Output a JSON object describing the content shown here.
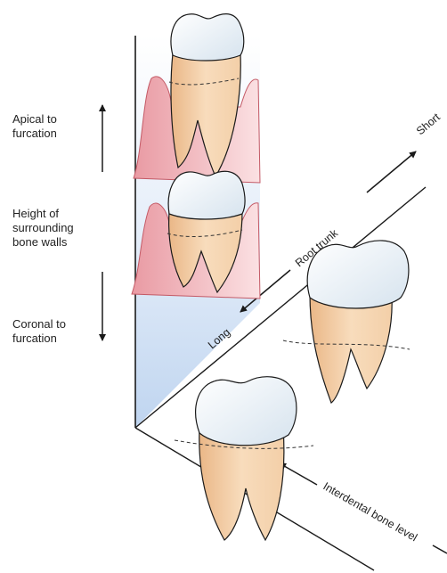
{
  "labels": {
    "apical": "Apical to\nfurcation",
    "height": "Height of\nsurrounding\nbone walls",
    "coronal": "Coronal to\nfurcation",
    "root_trunk": "Root trunk",
    "short": "Short",
    "long": "Long",
    "interdental": "Interdental bone level"
  },
  "colors": {
    "wall_blue": "#c9dcf2",
    "gingiva_pink": "#f0b9be",
    "root_tan": "#f2cfa6",
    "crown_white": "#f4f8fb",
    "line": "#1a1a1a"
  }
}
